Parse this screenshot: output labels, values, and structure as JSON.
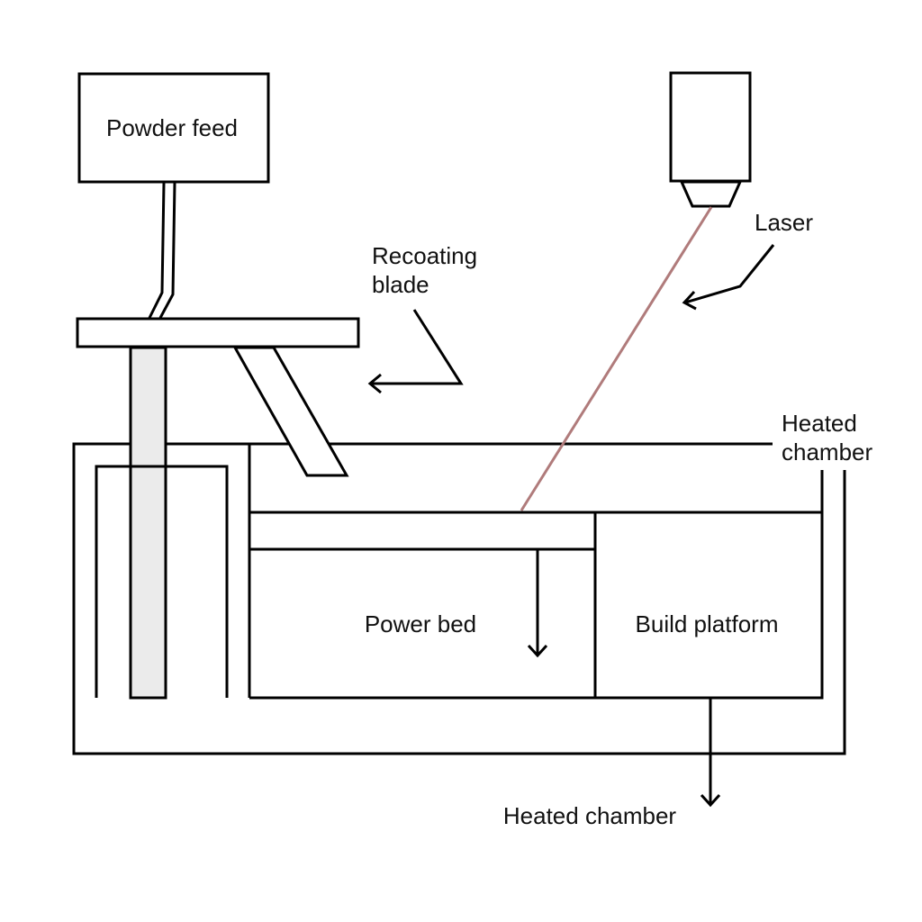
{
  "diagram": {
    "labels": {
      "powder_feed": "Powder feed",
      "recoating_blade_line1": "Recoating",
      "recoating_blade_line2": "blade",
      "laser": "Laser",
      "heated_chamber_right_line1": "Heated",
      "heated_chamber_right_line2": "chamber",
      "power_bed": "Power bed",
      "build_platform": "Build platform",
      "heated_chamber_bottom": "Heated chamber"
    },
    "colors": {
      "line": "#000000",
      "laser_beam": "#b07b7b",
      "piston_fill": "#ebebeb",
      "background": "#ffffff"
    }
  }
}
